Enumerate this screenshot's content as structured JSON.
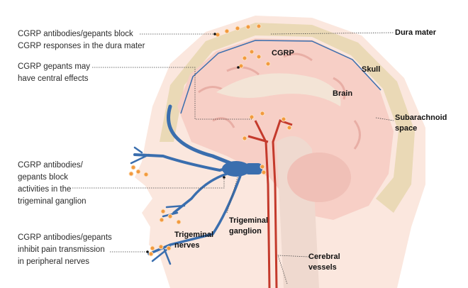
{
  "annotations": [
    {
      "lines": [
        "CGRP antibodies/gepants block",
        "CGRP responses in the dura mater"
      ]
    },
    {
      "lines": [
        "CGRP gepants may",
        "have central effects"
      ]
    },
    {
      "lines": [
        "CGRP antibodies/",
        "gepants block",
        "activities in the",
        "trigeminal ganglion"
      ]
    },
    {
      "lines": [
        "CGRP antibodies/gepants",
        "inhibit pain transmission",
        "in peripheral nerves"
      ]
    }
  ],
  "structures": {
    "dura_mater": "Dura mater",
    "skull": "Skull",
    "brain": "Brain",
    "subarachnoid": [
      "Subarachnoid",
      "space"
    ],
    "cgrp": "CGRP",
    "trigeminal_ganglion": [
      "Trigeminal",
      "ganglion"
    ],
    "trigeminal_nerves": [
      "Trigeminal",
      "nerves"
    ],
    "cerebral_vessels": [
      "Cerebral",
      "vessels"
    ]
  },
  "colors": {
    "skin": "#fbe7de",
    "skull": "#ead9b6",
    "brain": "#f7cfc6",
    "nerve": "#3a6eae",
    "vessel": "#c43a2c",
    "cgrp_dot": "#f29a3e"
  }
}
